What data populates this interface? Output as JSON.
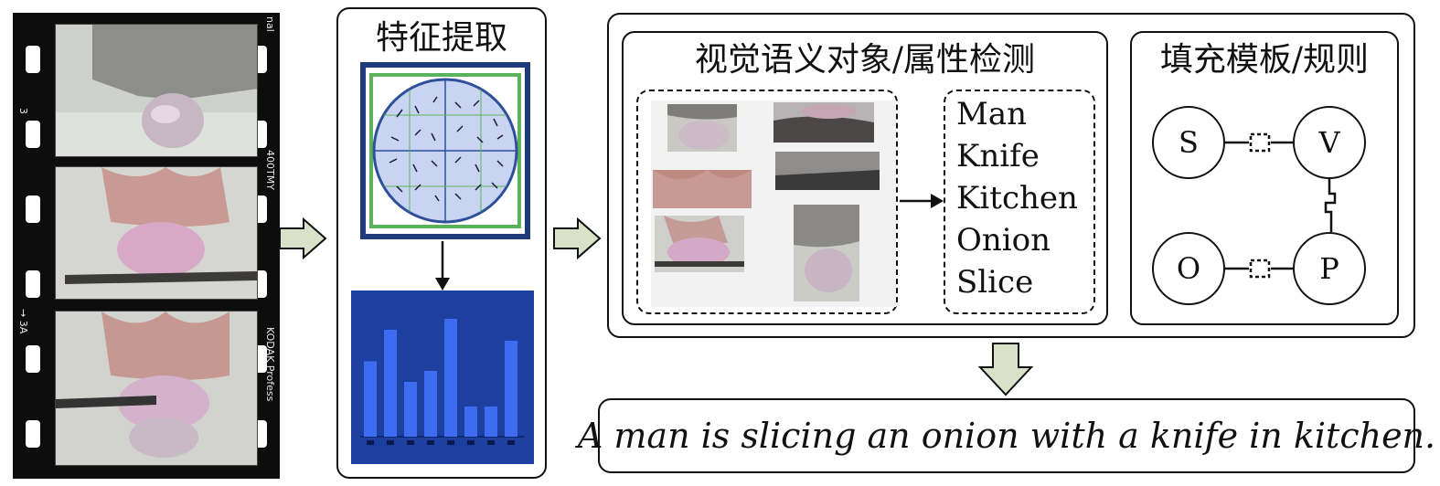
{
  "film": {
    "edge_text_1": "nal",
    "edge_text_2": "3",
    "edge_text_3": "400TMY",
    "edge_text_4": "→ 3A",
    "edge_text_5": "KODAK Profess"
  },
  "feature_panel": {
    "title": "特征提取"
  },
  "detection_panel": {
    "title": "视觉语义对象/属性检测",
    "words": [
      "Man",
      "Knife",
      "Kitchen",
      "Onion",
      "Slice"
    ]
  },
  "template_panel": {
    "title": "填充模板/规则",
    "nodes": {
      "s": "S",
      "v": "V",
      "o": "O",
      "p": "P"
    }
  },
  "caption": {
    "text": "A man is slicing an onion with a knife in kitchen."
  },
  "histogram": {
    "values": [
      0.55,
      0.78,
      0.4,
      0.48,
      0.86,
      0.22,
      0.22,
      0.7
    ]
  },
  "colors": {
    "arrow_fill": "#d9e2c8",
    "histogram_bg": "#1c3fa0",
    "histogram_bar": "#3d6cf0",
    "grid_ring": "#5ab35a"
  }
}
